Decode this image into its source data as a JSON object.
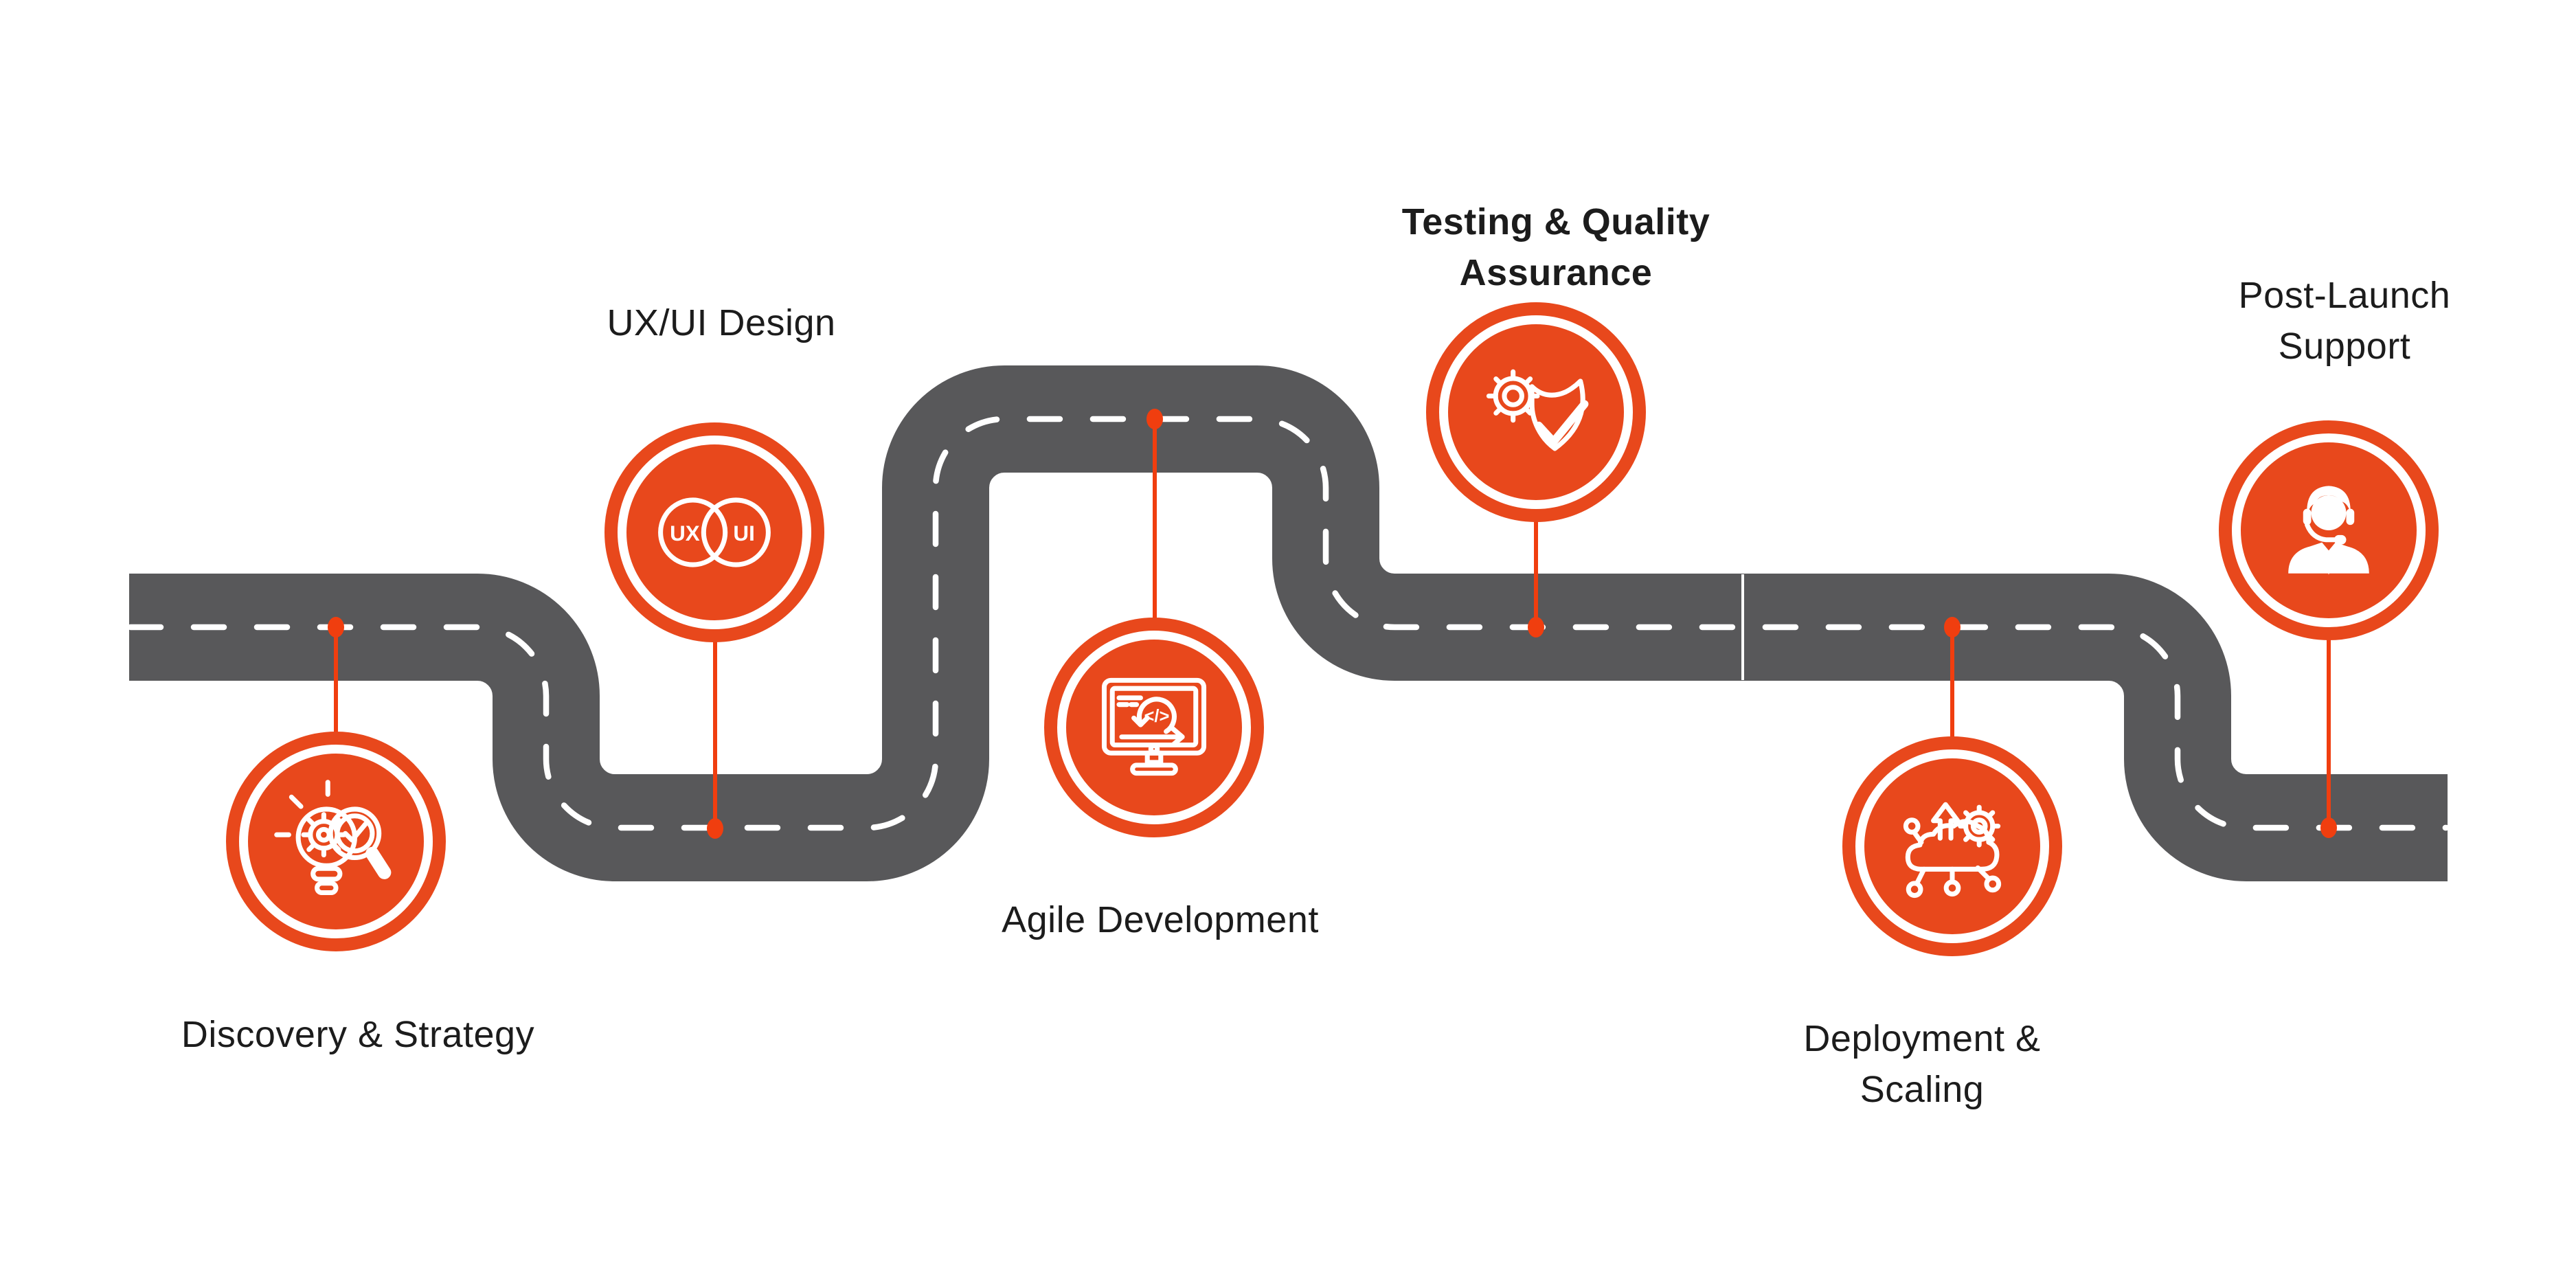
{
  "palette": {
    "accent_orange": "#E8481C",
    "marker_orange": "#F03E0F",
    "road_gray": "#58585A",
    "dash_white": "#FFFFFF",
    "text_black": "#1C1C1C",
    "background": "#FFFFFF"
  },
  "roadmap": {
    "stages": [
      {
        "id": "discovery",
        "label": "Discovery & Strategy",
        "line1": "Discovery & Strategy",
        "line2": "",
        "icon": "lightbulb-gear-search-icon",
        "bold": false
      },
      {
        "id": "ux-ui-design",
        "label": "UX/UI Design",
        "line1": "UX/UI Design",
        "line2": "",
        "icon": "ux-ui-venn-icon",
        "bold": false,
        "venn_left": "UX",
        "venn_right": "UI"
      },
      {
        "id": "agile-development",
        "label": "Agile Development",
        "line1": "Agile Development",
        "line2": "",
        "icon": "agile-code-monitor-icon",
        "bold": false,
        "code_glyph": "</>"
      },
      {
        "id": "testing-qa",
        "label": "Testing & Quality Assurance",
        "line1": "Testing & Quality",
        "line2": "Assurance",
        "icon": "gear-shield-check-icon",
        "bold": true
      },
      {
        "id": "deployment-scaling",
        "label": "Deployment & Scaling",
        "line1": "Deployment &",
        "line2": "Scaling",
        "icon": "cloud-network-scale-icon",
        "bold": false
      },
      {
        "id": "post-launch-support",
        "label": "Post-Launch Support",
        "line1": "Post-Launch",
        "line2": "Support",
        "icon": "support-agent-headset-icon",
        "bold": false
      }
    ]
  }
}
